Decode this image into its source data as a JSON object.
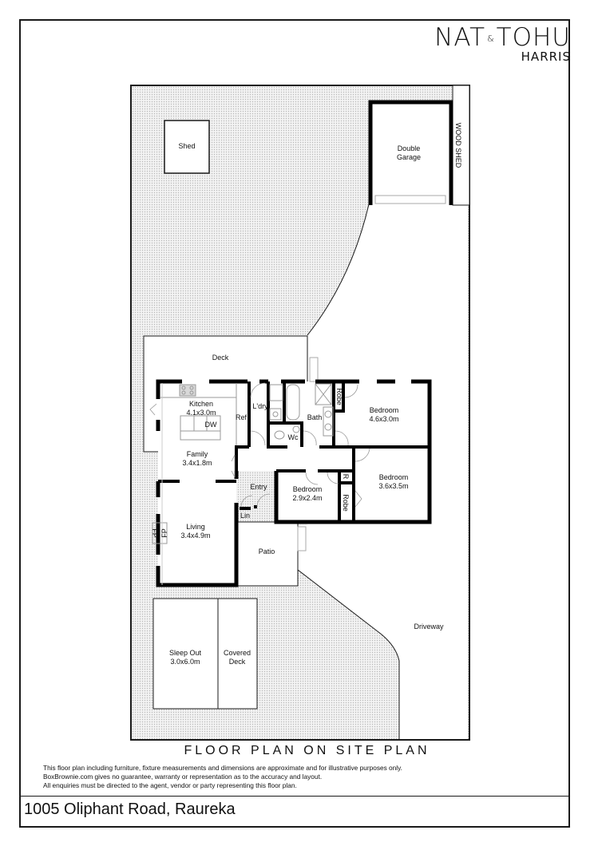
{
  "brand": {
    "name_left": "NAT",
    "ampersand": "&",
    "name_right": "TOHU",
    "sub": "HARRIS"
  },
  "plan": {
    "title": "FLOOR PLAN ON SITE PLAN",
    "address": "1005 Oliphant Road, Raureka",
    "disclaimer": [
      "This floor plan including furniture, fixture measurements and dimensions are approximate and for illustrative purposes only.",
      "BoxBrownie.com gives no guarantee, warranty or representation as to the accuracy and layout.",
      "All enquiries must be directed to the agent, vendor or party representing this floor plan."
    ]
  },
  "rooms": {
    "shed": {
      "name": "Shed"
    },
    "garage": {
      "line1": "Double",
      "line2": "Garage"
    },
    "wood_shed": {
      "name": "WOOD SHED"
    },
    "deck": {
      "name": "Deck"
    },
    "kitchen": {
      "name": "Kitchen",
      "size": "4.1x3.0m"
    },
    "dw": {
      "name": "DW"
    },
    "ref": {
      "name": "Ref"
    },
    "laundry": {
      "name": "L'dry"
    },
    "bath": {
      "name": "Bath"
    },
    "wc": {
      "name": "Wc"
    },
    "robe1": {
      "name": "Robe"
    },
    "bedroom1": {
      "name": "Bedroom",
      "size": "4.6x3.0m"
    },
    "family": {
      "name": "Family",
      "size": "3.4x1.8m"
    },
    "entry": {
      "name": "Entry"
    },
    "bedroom2": {
      "name": "Bedroom",
      "size": "2.9x2.4m"
    },
    "r": {
      "name": "R"
    },
    "robe2": {
      "name": "Robe"
    },
    "bedroom3": {
      "name": "Bedroom",
      "size": "3.6x3.5m"
    },
    "lin": {
      "name": "Lin"
    },
    "living": {
      "name": "Living",
      "size": "3.4x4.9m"
    },
    "fp": {
      "name": "FP"
    },
    "patio": {
      "name": "Patio"
    },
    "driveway": {
      "name": "Driveway"
    },
    "sleep_out": {
      "name": "Sleep Out",
      "size": "3.0x6.0m"
    },
    "covered_deck": {
      "line1": "Covered",
      "line2": "Deck"
    }
  },
  "colors": {
    "wall": "#000000",
    "line": "#1a1a1a",
    "lawn_dot": "#bdbdbd",
    "fixture": "#9a9a9a"
  }
}
